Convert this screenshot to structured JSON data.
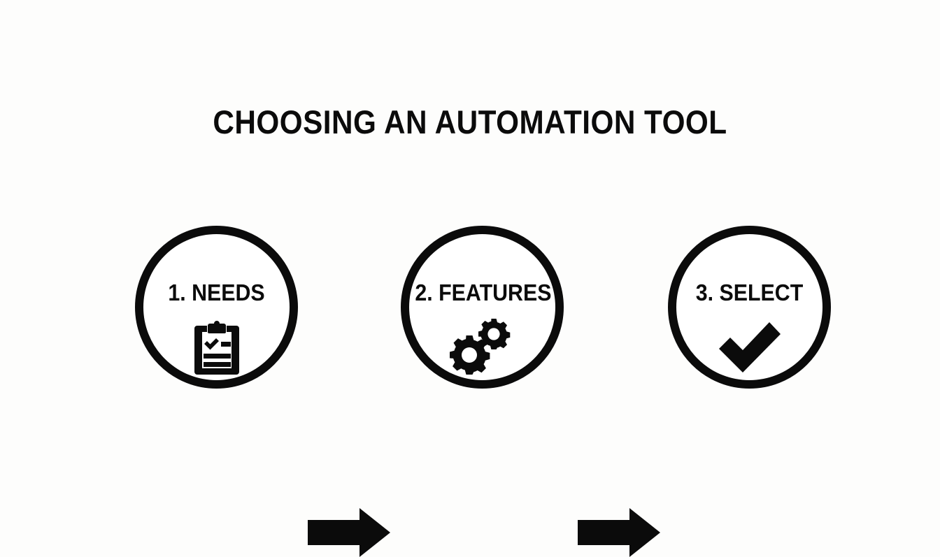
{
  "slide": {
    "title": "CHOOSING AN AUTOMATION TOOL",
    "background_color": "#fdfdfc",
    "ink_color": "#0b0b0b"
  },
  "flow": {
    "steps": [
      {
        "label": "1. NEEDS",
        "number": "1.",
        "name": "NEEDS",
        "icon": "clipboard-checklist-icon"
      },
      {
        "label": "2. FEATURES",
        "number": "2.",
        "name": "FEATURES",
        "icon": "gears-icon"
      },
      {
        "label": "3. SELECT",
        "number": "3.",
        "name": "SELECT",
        "icon": "checkmark-icon"
      }
    ],
    "connectors": [
      {
        "icon": "arrow-right-icon",
        "from": "1. NEEDS",
        "to": "2. FEATURES"
      },
      {
        "icon": "arrow-right-icon",
        "from": "2. FEATURES",
        "to": "3. SELECT"
      }
    ]
  }
}
